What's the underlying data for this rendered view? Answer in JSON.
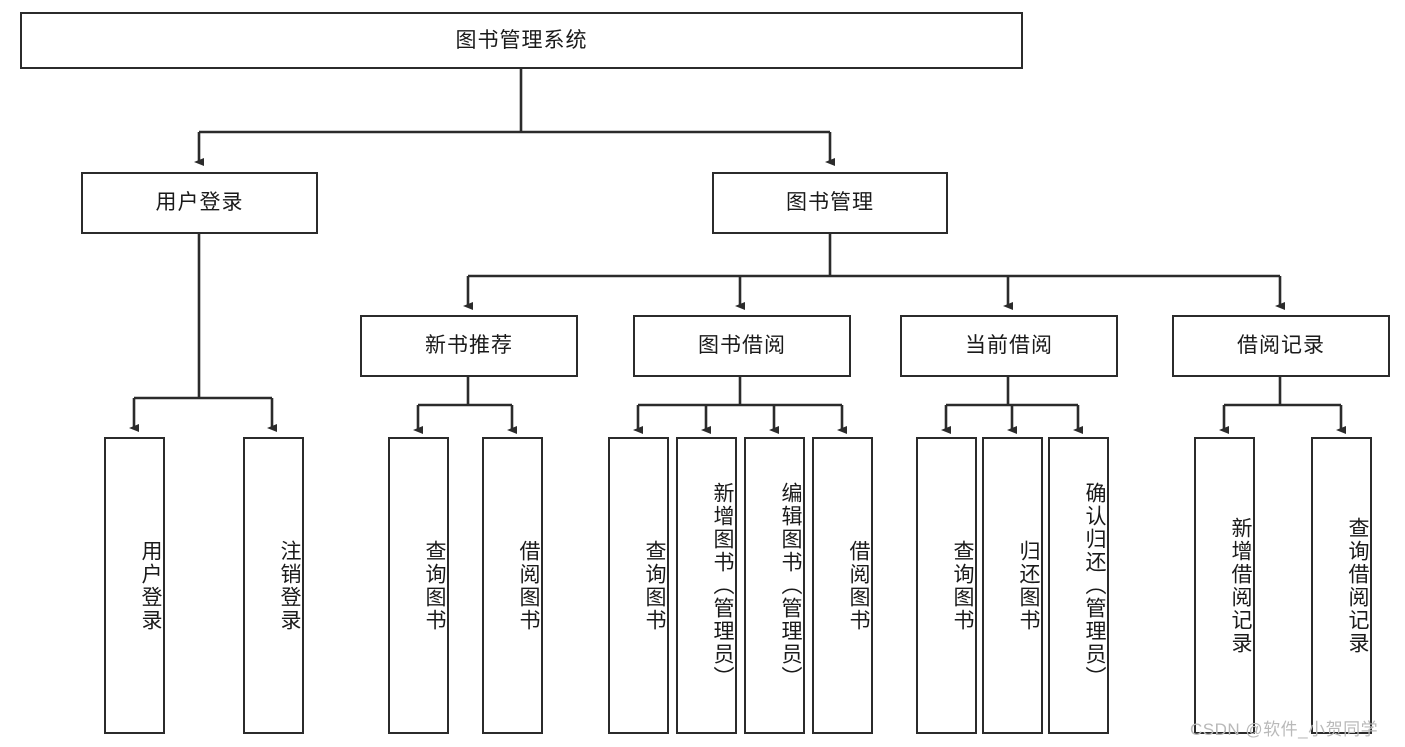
{
  "diagram": {
    "title_text": "图书管理系统",
    "background_color": "#ffffff",
    "line_color": "#2b2b2b",
    "box_border_color": "#2b2b2b",
    "text_color": "#1a1a1a",
    "type": "tree-hierarchy-functional-decomposition"
  },
  "root": {
    "label": "图书管理系统"
  },
  "level2": [
    {
      "label": "用户登录"
    },
    {
      "label": "图书管理"
    }
  ],
  "level3": [
    {
      "label": "新书推荐"
    },
    {
      "label": "图书借阅"
    },
    {
      "label": "当前借阅"
    },
    {
      "label": "借阅记录"
    }
  ],
  "leaves": {
    "user_login": [
      {
        "label": "用户登录"
      },
      {
        "label": "注销登录"
      }
    ],
    "new_book_recommend": [
      {
        "label": "查询图书"
      },
      {
        "label": "借阅图书"
      }
    ],
    "book_borrow": [
      {
        "label": "查询图书"
      },
      {
        "label": "新增图书（管理员）"
      },
      {
        "label": "编辑图书（管理员）"
      },
      {
        "label": "借阅图书"
      }
    ],
    "current_borrow": [
      {
        "label": "查询图书"
      },
      {
        "label": "归还图书"
      },
      {
        "label": "确认归还（管理员）"
      }
    ],
    "borrow_record": [
      {
        "label": "新增借阅记录"
      },
      {
        "label": "查询借阅记录"
      }
    ]
  },
  "watermark": {
    "text": "CSDN @软件_小贺同学"
  }
}
